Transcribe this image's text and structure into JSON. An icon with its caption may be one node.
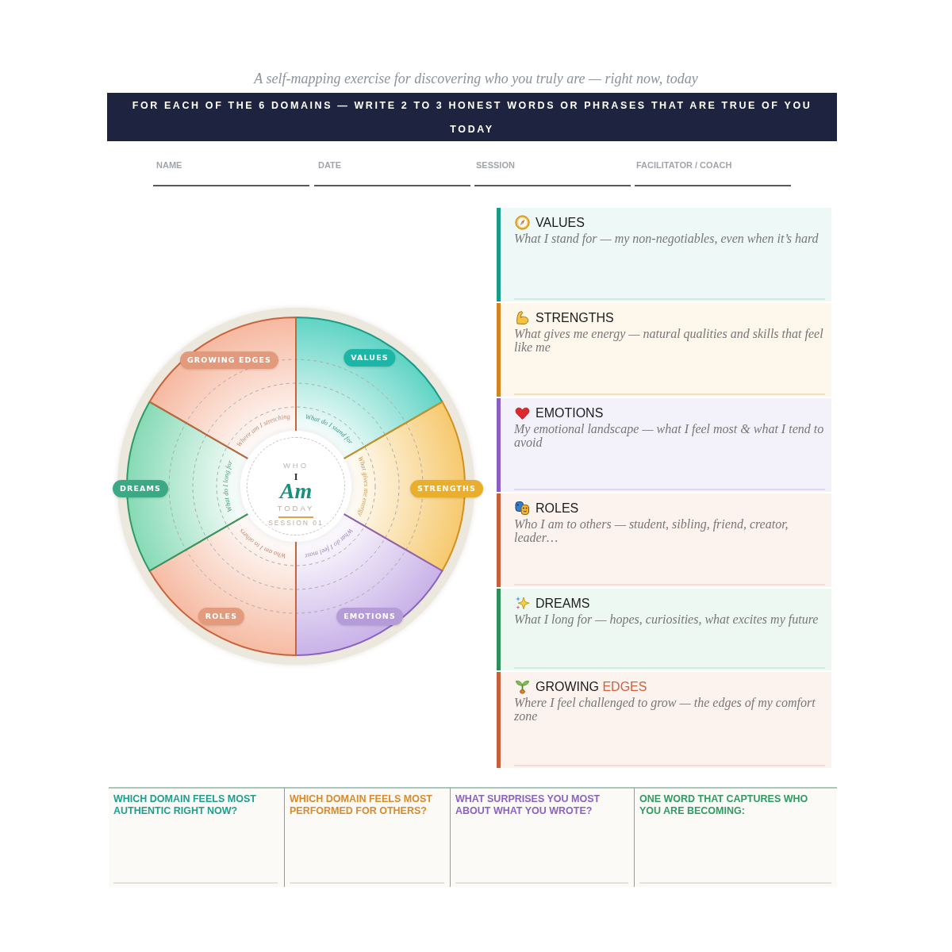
{
  "diagram": {
    "nodes": [
      {
        "text": [
          "FOR EACH OF THE 6 DOMAINS — WRITE 2 TO 3 HONEST WORDS OR PHRASES THAT ARE TRUE OF YOU TODAY"
        ]
      },
      {
        "text": [],
        "shape": "circle"
      },
      {
        "text": [
          "WHO",
          "I",
          "Am",
          "TODAY",
          "SESSION 01"
        ],
        "in": 1
      },
      {
        "text": [
          "VALUES"
        ],
        "in": 1
      },
      {
        "text": [
          "STRENGTHS"
        ]
      },
      {
        "text": [
          "EMOTIONS"
        ],
        "in": 1
      },
      {
        "text": [
          "ROLES"
        ],
        "in": 1
      },
      {
        "text": [
          "DREAMS"
        ]
      },
      {
        "text": [
          "GROWING EDGES"
        ],
        "in": 1
      },
      {
        "text": [
          "VALUES",
          "What I stand for — my non-negotiables, even when it’s hard"
        ]
      },
      {
        "text": [
          "STRENGTHS",
          "What gives me energy — natural qualities and skills that feel like me"
        ]
      },
      {
        "text": [
          "EMOTIONS",
          "My emotional landscape — what I feel most & what I tend to avoid"
        ]
      },
      {
        "text": [
          "ROLES",
          "Who I am to others — student, sibling, friend, creator, leader…"
        ]
      },
      {
        "text": [
          "DREAMS",
          "What I long for — hopes, curiosities, what excites my future"
        ]
      },
      {
        "text": [
          "GROWING EDGES",
          "Where I feel challenged to grow — the edges of my comfort zone"
        ]
      },
      {
        "text": [
          "WHICH DOMAIN FEELS MOST AUTHENTIC RIGHT NOW?"
        ]
      },
      {
        "text": [
          "WHICH DOMAIN FEELS MOST PERFORMED FOR OTHERS?"
        ]
      },
      {
        "text": [
          "WHAT SURPRISES YOU MOST ABOUT WHAT YOU WROTE?"
        ]
      },
      {
        "text": [
          "ONE WORD THAT CAPTURES WHO YOU ARE BECOMING:"
        ]
      }
    ],
    "labels": [
      "A self-mapping exercise for discovering who you truly are — right now, today",
      "NAME",
      "DATE",
      "SESSION",
      "FACILITATOR / COACH",
      "Where am I stretching",
      "What do I stand for",
      "What do I long for",
      "What gives me energy",
      "Who am I to others",
      "What do I feel most"
    ]
  }
}
